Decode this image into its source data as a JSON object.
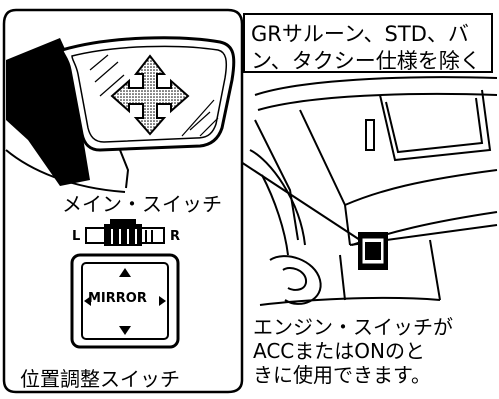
{
  "note": {
    "line1": "GRサルーン、STD、バ",
    "line2": "ン、タクシー仕様を除く"
  },
  "main_switch": {
    "label": "メイン・スイッチ",
    "left": "L",
    "right": "R"
  },
  "adjust_switch": {
    "center_label": "MIRROR",
    "label": "位置調整スイッチ"
  },
  "ignition_note": {
    "line1": "エンジン・スイッチが",
    "line2": "ACCまたはONのと",
    "line3": "きに使用できます。"
  },
  "icons": [
    "mirror-arrows-icon",
    "up-arrow-icon",
    "down-arrow-icon",
    "left-arrow-icon",
    "right-arrow-icon"
  ]
}
